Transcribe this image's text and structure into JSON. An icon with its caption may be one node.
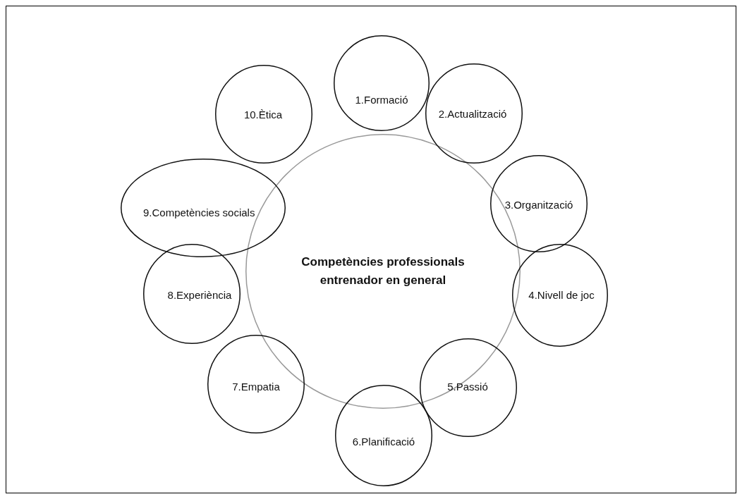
{
  "diagram": {
    "nodes": [
      {
        "text": [
          "Competències professionals entrenador en general"
        ]
      },
      {
        "text": [
          "1.Formació"
        ]
      },
      {
        "text": [
          "2.Actualització"
        ]
      },
      {
        "text": [
          "3.Organització"
        ]
      },
      {
        "text": [
          "4.Nivell de joc"
        ]
      },
      {
        "text": [
          "5.Passió"
        ]
      },
      {
        "text": [
          "6.Planificació"
        ]
      },
      {
        "text": [
          "7.Empatia"
        ]
      },
      {
        "text": [
          "8.Experiència"
        ]
      },
      {
        "text": [
          "9.Competències socials"
        ]
      },
      {
        "text": [
          "10.Ètica"
        ]
      }
    ]
  }
}
